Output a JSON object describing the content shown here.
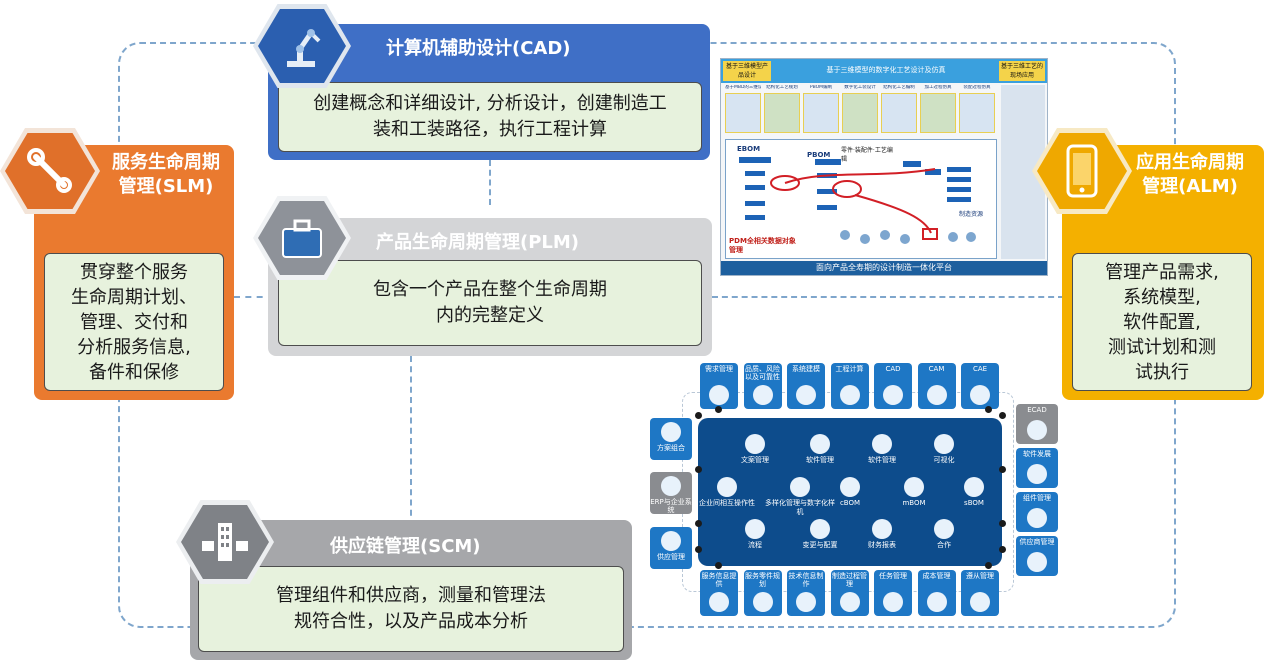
{
  "cad": {
    "title": "计算机辅助设计(CAD)",
    "body_lines": [
      "创建概念和详细设计, 分析设计，创建制造工",
      "装和工装路径，执行工程计算"
    ]
  },
  "slm": {
    "title_lines": [
      "服务生命周期",
      "管理(SLM)"
    ],
    "body_lines": [
      "贯穿整个服务",
      "生命周期计划、",
      "管理、交付和",
      "分析服务信息,",
      "备件和保修"
    ]
  },
  "plm": {
    "title": "产品生命周期管理(PLM)",
    "body_lines": [
      "包含一个产品在整个生命周期",
      "内的完整定义"
    ]
  },
  "alm": {
    "title_lines": [
      "应用生命周期",
      "管理(ALM)"
    ],
    "body_lines": [
      "管理产品需求,",
      "系统模型,",
      "软件配置,",
      "测试计划和测",
      "试执行"
    ]
  },
  "scm": {
    "title": "供应链管理(SCM)",
    "body_lines": [
      "管理组件和供应商，测量和管理法",
      "规符合性，以及产品成本分析"
    ]
  },
  "screenshot": {
    "tags": [
      "基于三维模型产品设计",
      "基于三维工艺的现场应用"
    ],
    "header": "基于三维模型的数字化工艺设计及仿真",
    "thumb_labels": [
      "基于MBD的三维设计",
      "结构化工艺规划",
      "PBOM编制",
      "数字化工装设计",
      "结构化工艺编制",
      "加工过程仿真",
      "装配过程仿真"
    ],
    "diagram_labels": [
      "EBOM",
      "PBOM",
      "零件·装配件·工艺编辑",
      "PDM全相关数据对象管理",
      "制造资源"
    ],
    "footer": "面向产品全寿期的设计制造一体化平台"
  },
  "platform": {
    "top": [
      "需求管理",
      "品质、风险以及可靠性",
      "系统建模",
      "工程计算",
      "CAD",
      "CAM",
      "CAE"
    ],
    "bottom": [
      "服务信息提供",
      "服务零件规划",
      "技术信息制作",
      "制造过程管理",
      "任务管理",
      "成本管理",
      "遵从管理"
    ],
    "left": [
      "方案组合",
      "ERP与企业系统",
      "供应管理"
    ],
    "right": [
      "ECAD",
      "软件发展",
      "组件管理",
      "供应商管理"
    ],
    "core_row1": [
      "文案管理",
      "软件管理",
      "软件管理",
      "可视化"
    ],
    "core_row2": [
      "企业间相互操作性",
      "多样化管理与数字化样机",
      "cBOM",
      "mBOM",
      "sBOM"
    ],
    "core_row3": [
      "流程",
      "变更与配置",
      "财务报表",
      "合作"
    ]
  }
}
